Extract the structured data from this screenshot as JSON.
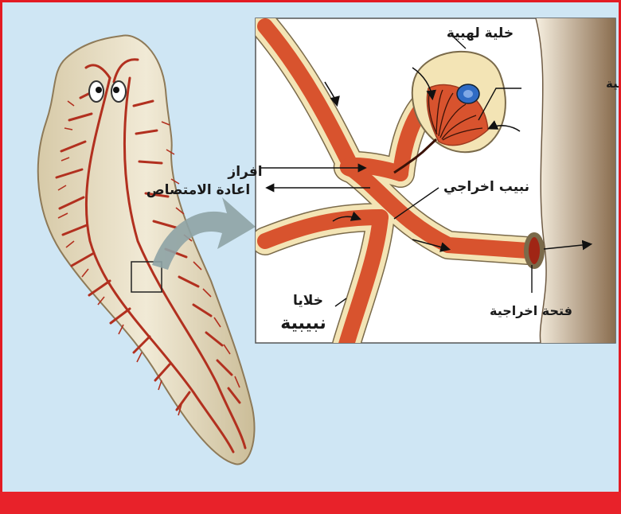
{
  "labels": {
    "flame_cell": "خلية لهبية",
    "flame_cilia": "اهداب الخلية اللهبية",
    "secretion": "افراز",
    "reabsorption": "اعادة الامتصاص",
    "excretory_tubule": "نبيب اخراجي",
    "tubule_cells_line1": "خلايا",
    "tubule_cells_line2": "نبيبية",
    "excretory_pore": "فتحة اخراجية"
  },
  "colors": {
    "border": "#e31b23",
    "background": "#cfe6f4",
    "tubule": "#d8532e",
    "cells": "#f3e4b5",
    "worm_body": "#e6dcc0",
    "branches": "#b2301f"
  }
}
